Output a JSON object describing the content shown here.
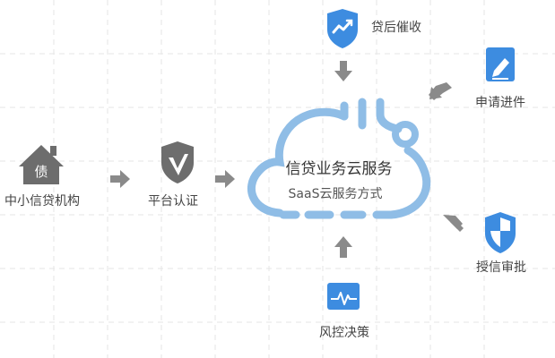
{
  "center": {
    "title": "信贷业务云服务",
    "subtitle": "SaaS云服务方式"
  },
  "nodes": {
    "institution": {
      "label": "中小信贷机构",
      "icon": "house-icon",
      "icon_glyph": "债"
    },
    "platform": {
      "label": "平台认证",
      "icon": "shield-v-icon"
    },
    "collection": {
      "label": "贷后催收",
      "icon": "shield-trend-icon"
    },
    "application": {
      "label": "申请进件",
      "icon": "document-pen-icon"
    },
    "credit": {
      "label": "授信审批",
      "icon": "shield-icon"
    },
    "risk": {
      "label": "风控决策",
      "icon": "monitor-pulse-icon"
    }
  },
  "colors": {
    "blue": "#3d8ce0",
    "cloud": "#8fbde6",
    "gray": "#6d6d6d",
    "arrow": "#8a8a8a"
  }
}
